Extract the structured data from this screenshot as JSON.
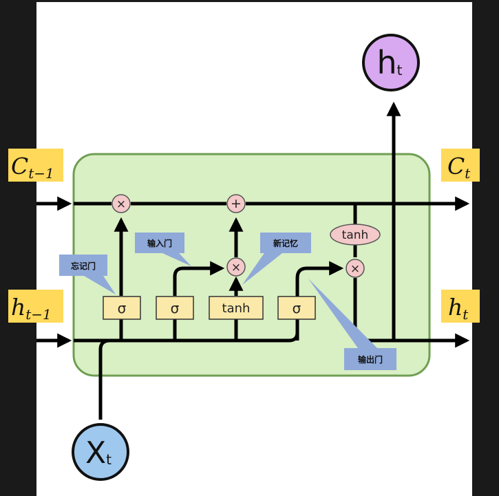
{
  "labels": {
    "c_prev": "C",
    "c_prev_sub": "t−1",
    "c_next": "C",
    "c_next_sub": "t",
    "h_prev": "h",
    "h_prev_sub": "t−1",
    "h_next": "h",
    "h_next_sub": "t",
    "h_out": "h",
    "h_out_sub": "t",
    "x_in": "X",
    "x_in_sub": "t"
  },
  "ops": {
    "forget_mult": "×",
    "add": "+",
    "input_mult": "×",
    "output_mult": "×",
    "tanh_cell": "tanh"
  },
  "gates": {
    "forget": "σ",
    "input": "σ",
    "candidate": "tanh",
    "output": "σ"
  },
  "callouts": {
    "forget_gate": "忘记门",
    "input_gate": "输入门",
    "new_memory": "新记忆",
    "output_gate": "输出门"
  },
  "colors": {
    "cell_fill": "#d9efc4",
    "cell_stroke": "#6f9e52",
    "op_fill": "#f4c9c9",
    "gate_fill": "#fbe9a9",
    "label_bg": "#ffd95a",
    "callout_fill": "#8fa9d9",
    "h_out_fill": "#d8a9f0",
    "x_in_fill": "#9fc8ee"
  }
}
